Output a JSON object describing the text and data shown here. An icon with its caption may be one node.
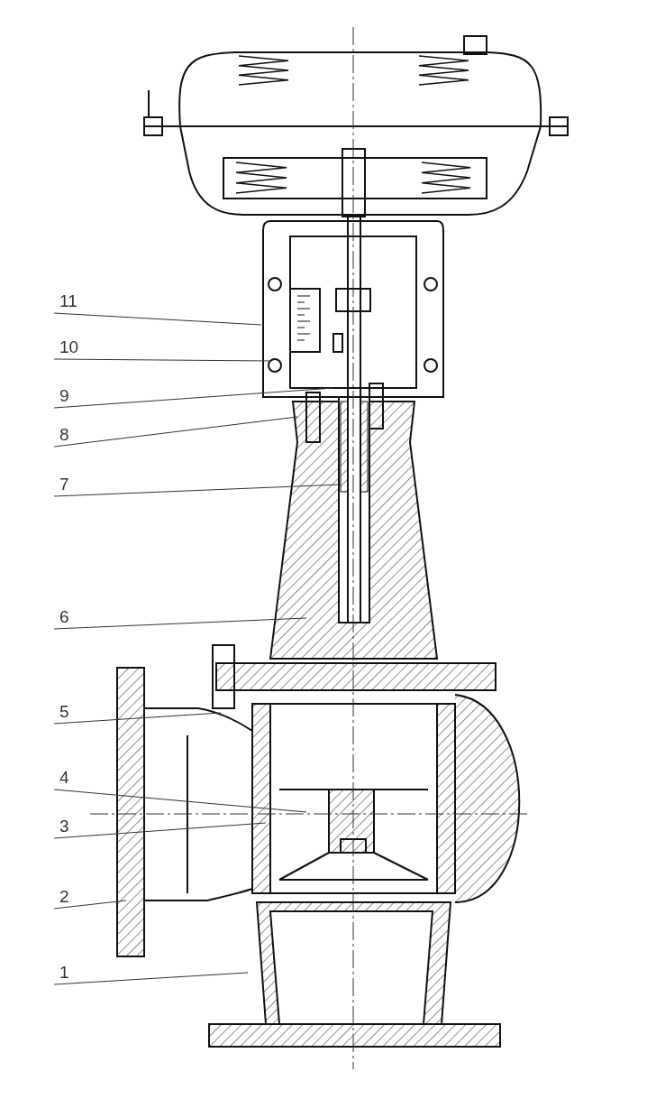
{
  "diagram": {
    "nodes": [
      {
        "text": [
          "11"
        ]
      },
      {
        "text": [
          "10"
        ]
      },
      {
        "text": [
          "9"
        ]
      },
      {
        "text": [
          "8"
        ]
      },
      {
        "text": [
          "7"
        ]
      },
      {
        "text": [
          "6"
        ]
      },
      {
        "text": [
          "5"
        ]
      },
      {
        "text": [
          "4"
        ]
      },
      {
        "text": [
          "3"
        ]
      },
      {
        "text": [
          "2"
        ]
      },
      {
        "text": [
          "1"
        ]
      }
    ],
    "edges": [
      {
        "from": 0,
        "to": null,
        "arrow": "none"
      },
      {
        "from": 1,
        "to": null,
        "arrow": "none"
      },
      {
        "from": 2,
        "to": null,
        "arrow": "none"
      },
      {
        "from": 3,
        "to": null,
        "arrow": "none"
      },
      {
        "from": 4,
        "to": null,
        "arrow": "none"
      },
      {
        "from": 5,
        "to": null,
        "arrow": "none"
      },
      {
        "from": 6,
        "to": null,
        "arrow": "none"
      },
      {
        "from": 7,
        "to": null,
        "arrow": "none"
      },
      {
        "from": 8,
        "to": null,
        "arrow": "none"
      },
      {
        "from": 9,
        "to": null,
        "arrow": "none"
      },
      {
        "from": 10,
        "to": null,
        "arrow": "none"
      }
    ]
  }
}
